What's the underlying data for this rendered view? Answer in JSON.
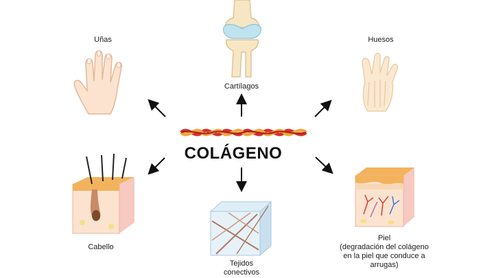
{
  "center": {
    "title": "COLÁGENO"
  },
  "items": {
    "nails": {
      "label": "Uñas"
    },
    "cartilage": {
      "label": "Cartílagos"
    },
    "bones": {
      "label": "Huesos"
    },
    "hair": {
      "label": "Cabello"
    },
    "connective": {
      "label_line1": "Tejidos",
      "label_line2": "conectivos"
    },
    "skin": {
      "label_line1": "Piel",
      "label_line2": "(degradación del colágeno",
      "label_line3": "en la piel que conduce a",
      "label_line4": "arrugas)"
    }
  },
  "colors": {
    "skin_tone": "#fbe3cf",
    "bone": "#f7e6c4",
    "cartilage": "#bfe3ef",
    "collagen_red": "#d8302a",
    "collagen_orange": "#f3a43c",
    "arrow": "#111111"
  }
}
